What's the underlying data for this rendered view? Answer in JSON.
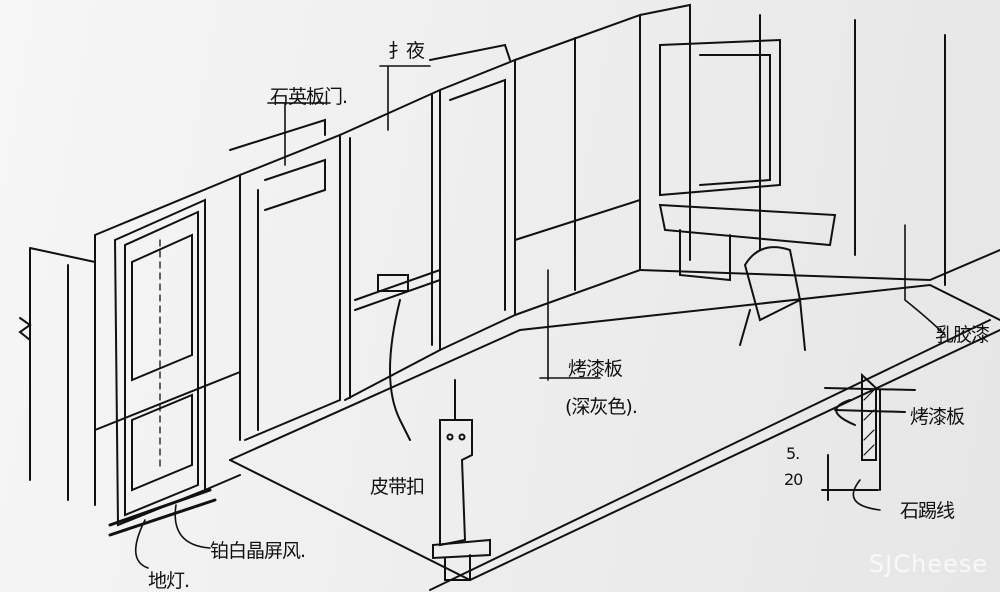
{
  "annotations": {
    "door_label": "石英板门.",
    "ceiling_label": "扌夜",
    "wall_right_label": "乳胶漆",
    "panel_label": "烤漆板",
    "panel_color": "(深灰色).",
    "buckle_label": "皮带扣",
    "screen_label": "铂白晶屏风.",
    "floor_lamp_label": "地灯.",
    "detail_panel_label": "烤漆板",
    "detail_bottom_label": "石踢线",
    "dim_top": "5.",
    "dim_bottom": "20"
  },
  "watermark": "SJCheese",
  "colors": {
    "ink": "#111111",
    "paper": "#f2f2f2"
  }
}
